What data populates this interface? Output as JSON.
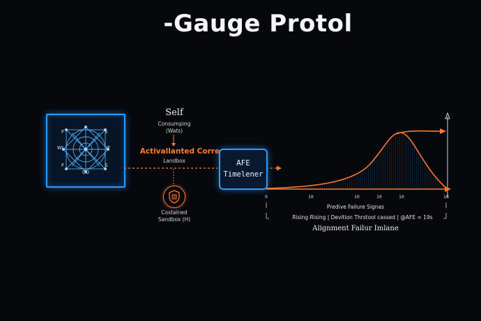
{
  "title": "-Gauge Protol",
  "core": {
    "labels": [
      "F",
      "S",
      "WI",
      "IF",
      "F",
      "S",
      "CU"
    ]
  },
  "annotations": {
    "self_title": "Self",
    "consuming_line1": "Consumping",
    "consuming_line2": "(Wats)",
    "activated": "Activallanted Corre:",
    "landbox": "Landbox",
    "contained_line1": "Costained",
    "contained_line2": "Sandbox (H)"
  },
  "afe": {
    "line1": "AFE",
    "line2": "Timelener"
  },
  "timeline": {
    "ticks": [
      "0",
      "10",
      "10",
      "10",
      "10",
      "10"
    ],
    "predictive": "Predive Failure Signas",
    "rising": "Rising Rising  |  Devition Thrstool cassed  |  @AFE = 19s",
    "alignment": "Alignment Failur Imlane"
  },
  "colors": {
    "accent_blue": "#2e9bff",
    "accent_orange": "#ff7a2f",
    "background": "#06080c"
  }
}
